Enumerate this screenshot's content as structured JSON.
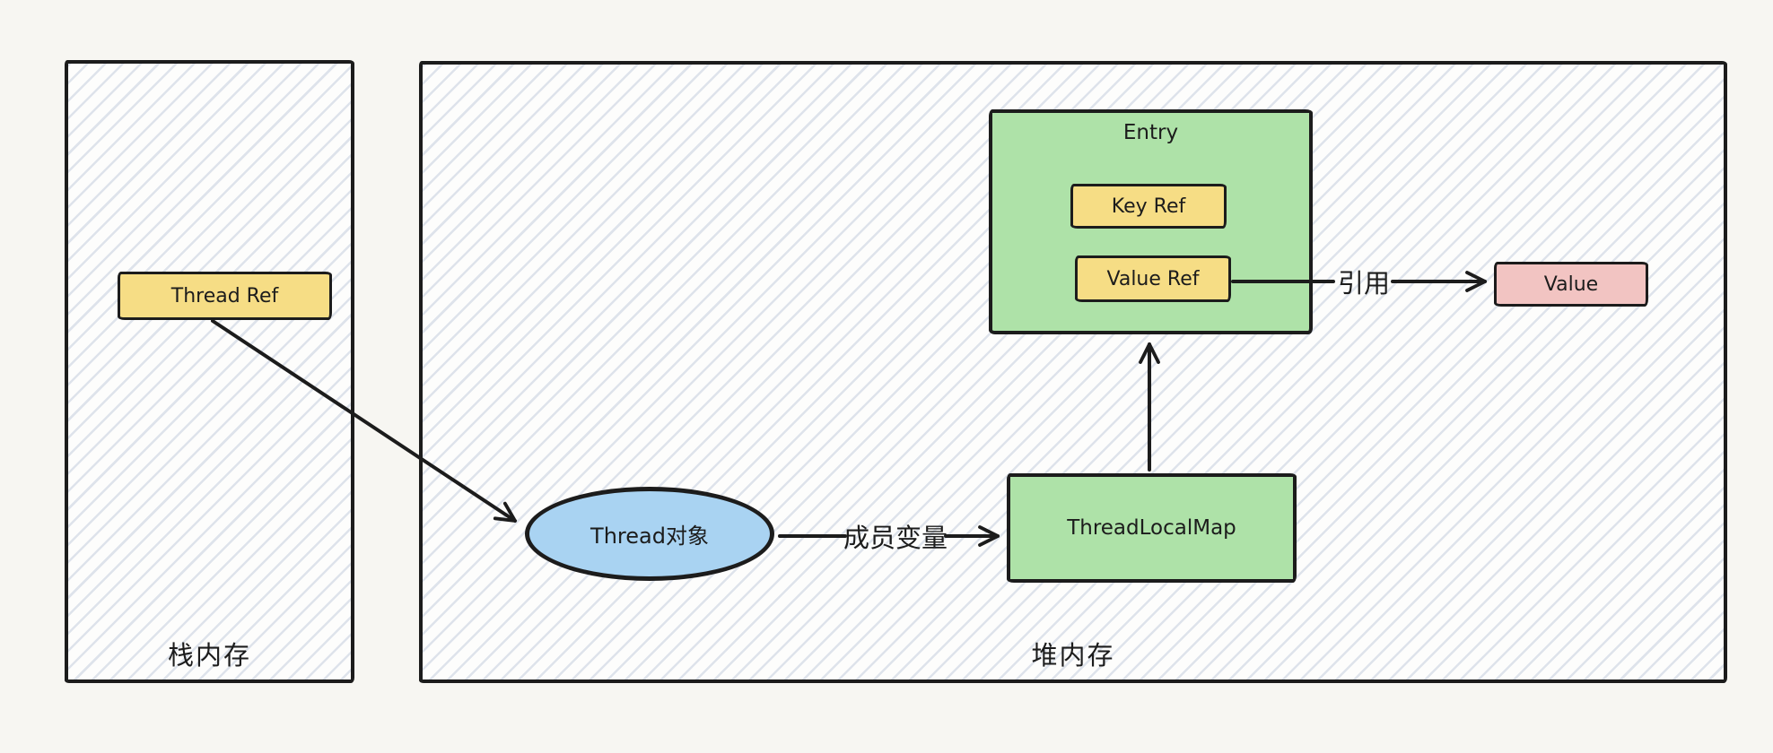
{
  "regions": {
    "stack": {
      "label": "栈内存"
    },
    "heap": {
      "label": "堆内存"
    }
  },
  "nodes": {
    "thread_ref": {
      "label": "Thread Ref"
    },
    "thread_object": {
      "label": "Thread对象"
    },
    "threadlocalmap": {
      "label": "ThreadLocalMap"
    },
    "entry": {
      "label": "Entry"
    },
    "key_ref": {
      "label": "Key Ref"
    },
    "value_ref": {
      "label": "Value Ref"
    },
    "value": {
      "label": "Value"
    }
  },
  "edge_labels": {
    "member_variable": "成员变量",
    "reference": "引用"
  },
  "edges": [
    {
      "from": "thread_ref",
      "to": "thread_object",
      "label": ""
    },
    {
      "from": "thread_object",
      "to": "threadlocalmap",
      "label": "成员变量"
    },
    {
      "from": "threadlocalmap",
      "to": "entry",
      "label": ""
    },
    {
      "from": "value_ref",
      "to": "value",
      "label": "引用"
    }
  ],
  "colors": {
    "background": "#f7f6f2",
    "stroke": "#1c1c1c",
    "node_yellow": "#f6dd85",
    "node_green": "#aee2a8",
    "node_blue": "#a9d3f2",
    "node_pink": "#f2c4c2",
    "hatch": "#b0bcd2"
  }
}
